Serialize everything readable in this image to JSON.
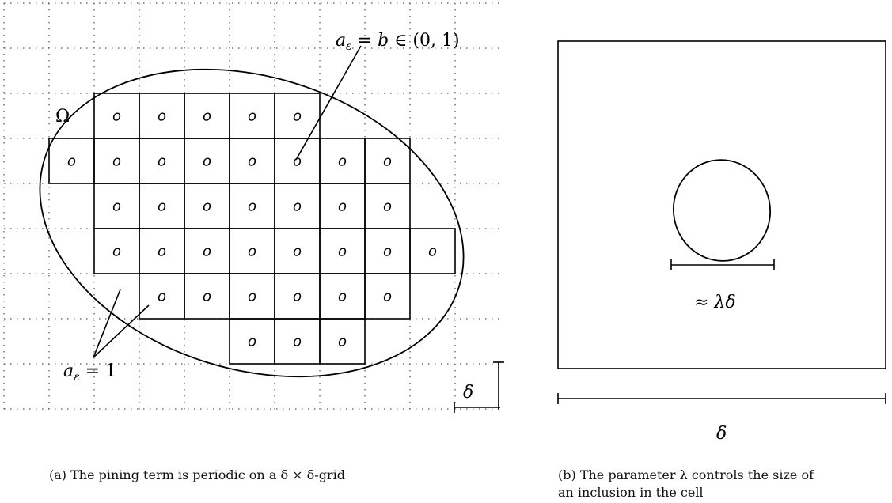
{
  "figure_a": {
    "caption": "(a) The pining term is periodic on a δ × δ-grid",
    "domain_label": "Ω",
    "label_inclusion": "a_ε = b ∈ (0, 1)",
    "label_matrix": "a_ε = 1",
    "cell_label": "δ",
    "cell_marker": "o",
    "occupied_rows": [
      {
        "row": 0,
        "cols": [
          1,
          2,
          3,
          4,
          5
        ]
      },
      {
        "row": 1,
        "cols": [
          0,
          1,
          2,
          3,
          4,
          5,
          6,
          7
        ]
      },
      {
        "row": 2,
        "cols": [
          1,
          2,
          3,
          4,
          5,
          6,
          7
        ]
      },
      {
        "row": 3,
        "cols": [
          1,
          2,
          3,
          4,
          5,
          6,
          7,
          8
        ]
      },
      {
        "row": 4,
        "cols": [
          2,
          3,
          4,
          5,
          6,
          7
        ]
      },
      {
        "row": 5,
        "cols": [
          4,
          5,
          6
        ]
      }
    ]
  },
  "figure_b": {
    "caption_line1": "(b) The parameter λ controls the size of",
    "caption_line2": "an inclusion in the cell",
    "inclusion_size_label": "≈ λδ",
    "cell_size_label": "δ"
  }
}
